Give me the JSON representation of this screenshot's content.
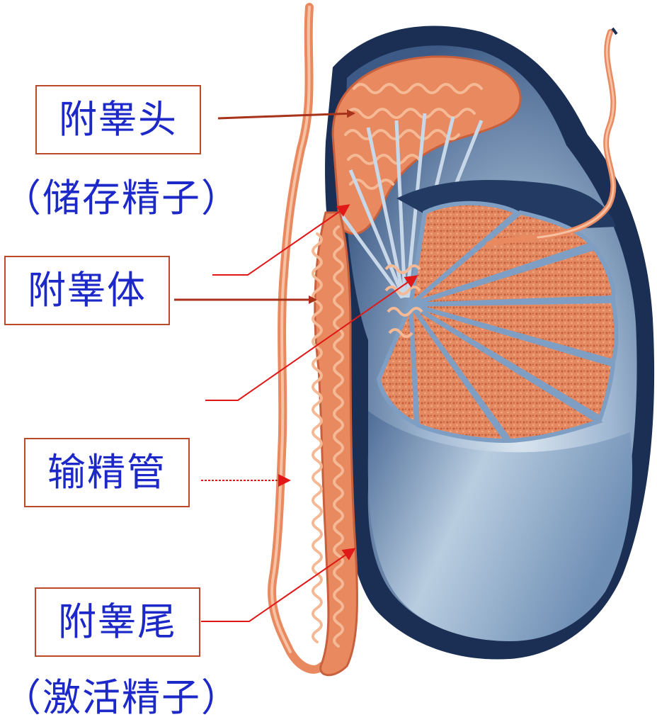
{
  "labels": {
    "head": "附睾头",
    "head_note": "（储存精子）",
    "body": "附睾体",
    "duct": "输精管",
    "tail": "附睾尾",
    "tail_note": "（激活精子）"
  },
  "colors": {
    "label_text": "#1c28c8",
    "label_border": "#b94a2a",
    "arrow_dark": "#a8321a",
    "arrow_red": "#e01818",
    "tissue": "#e8895f",
    "tissue_light": "#f5b995",
    "tunic_outer": "#1b2f55",
    "tunic_blue": "#7e9fc3",
    "tunic_light": "#c8d8e8"
  },
  "icons": [
    "arrow-head-icon",
    "arrow-body-icon",
    "arrow-duct-icon",
    "arrow-tail-icon"
  ]
}
